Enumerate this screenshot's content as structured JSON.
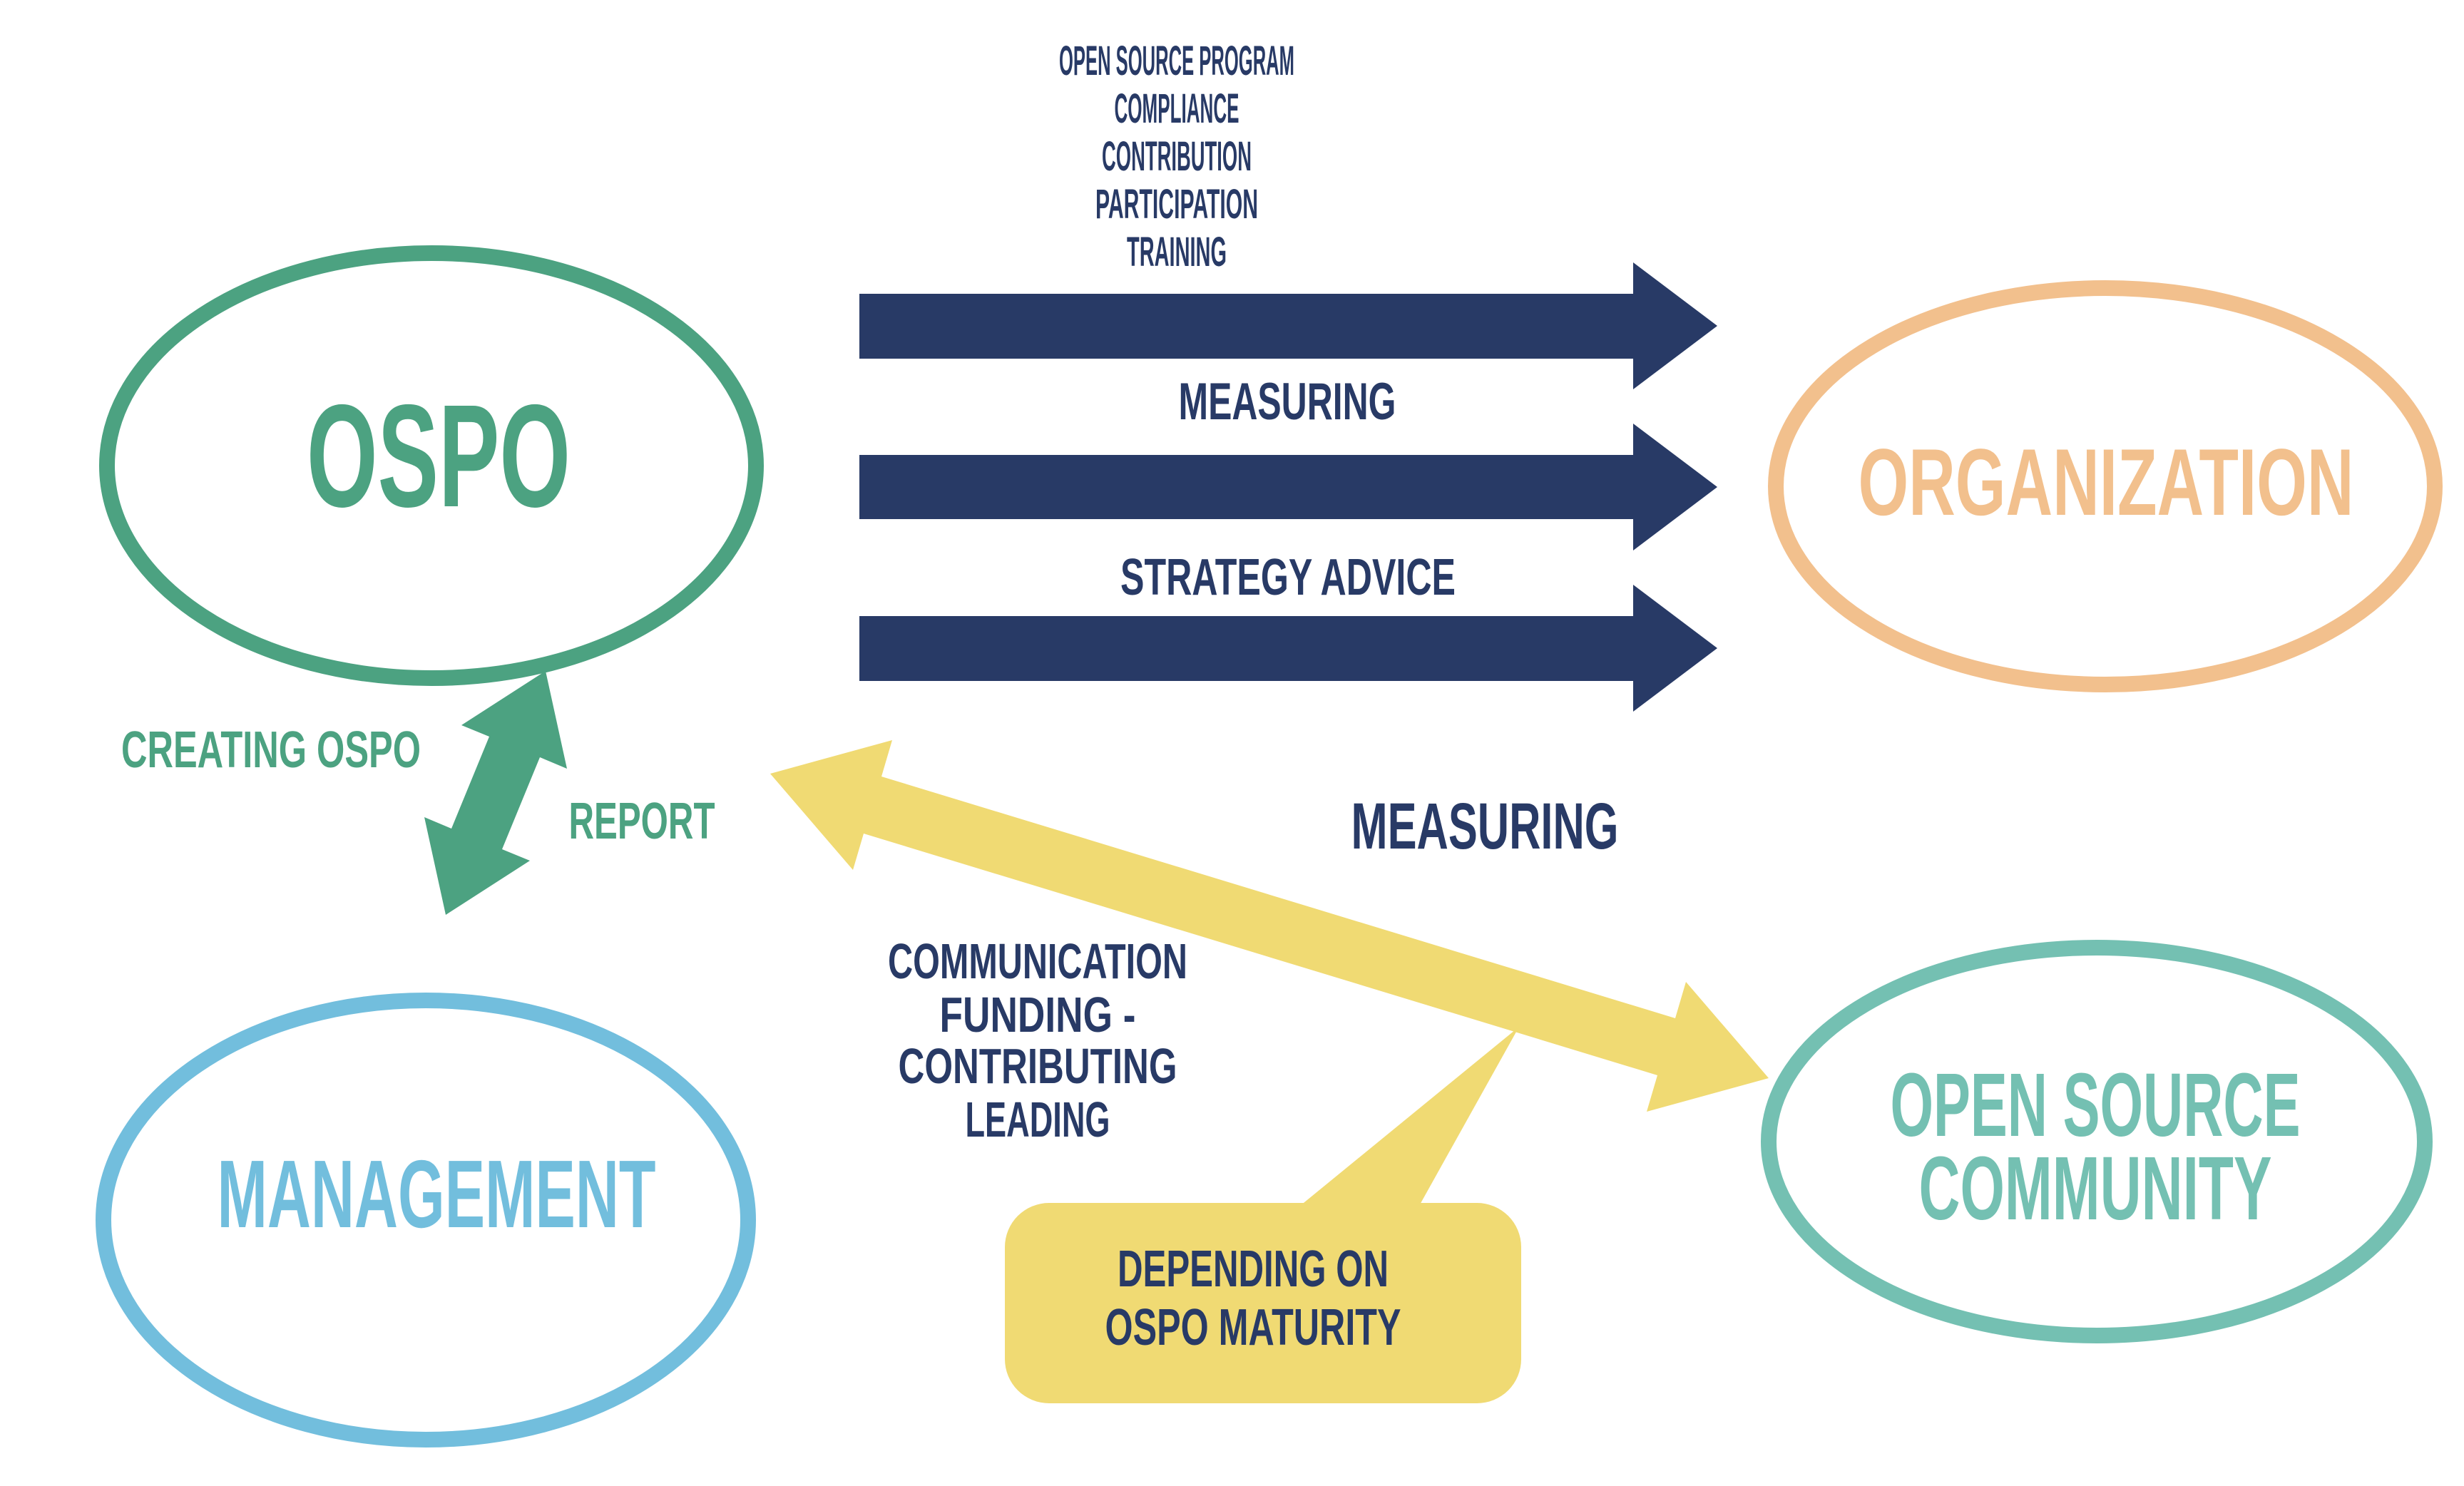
{
  "colors": {
    "navy": "#283A66",
    "green": "#4CA281",
    "light_blue": "#72BEDD",
    "orange": "#F2C08D",
    "teal": "#74C0B2",
    "yellow": "#F0DA73"
  },
  "nodes": {
    "ospo": {
      "label": "OSPO"
    },
    "organization": {
      "label": "ORGANIZATION"
    },
    "management": {
      "label": "MANAGEMENT"
    },
    "open_source_community": {
      "label_line1": "OPEN SOURCE",
      "label_line2": "COMMUNITY"
    }
  },
  "ospo_to_organization": {
    "services": [
      "OPEN SOURCE PROGRAM",
      "COMPLIANCE",
      "CONTRIBUTION",
      "PARTICIPATION",
      "TRAINING"
    ],
    "measuring_label": "MEASURING",
    "strategy_advice_label": "STRATEGY ADVICE"
  },
  "ospo_to_management": {
    "creating_ospo_label": "CREATING OSPO",
    "report_label": "REPORT"
  },
  "ospo_to_community": {
    "measuring_label": "MEASURING",
    "flows": [
      "COMMUNICATION",
      "FUNDING -",
      "CONTRIBUTING",
      "LEADING"
    ]
  },
  "callout": {
    "line1": "DEPENDING ON",
    "line2": "OSPO MATURITY"
  }
}
